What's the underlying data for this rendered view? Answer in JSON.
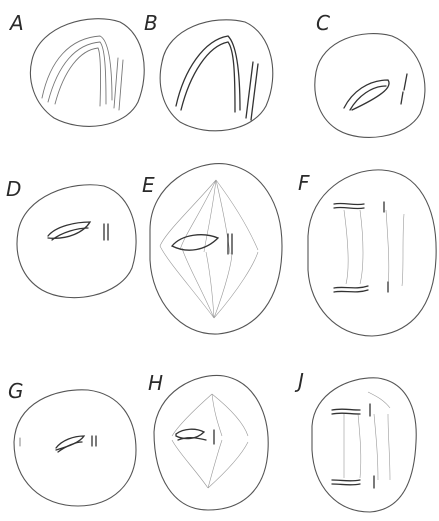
{
  "figure": {
    "panels": [
      {
        "key": "A",
        "label": "A"
      },
      {
        "key": "B",
        "label": "B"
      },
      {
        "key": "C",
        "label": "C"
      },
      {
        "key": "D",
        "label": "D"
      },
      {
        "key": "E",
        "label": "E"
      },
      {
        "key": "F",
        "label": "F"
      },
      {
        "key": "G",
        "label": "G"
      },
      {
        "key": "H",
        "label": "H"
      },
      {
        "key": "J",
        "label": "J"
      }
    ]
  }
}
